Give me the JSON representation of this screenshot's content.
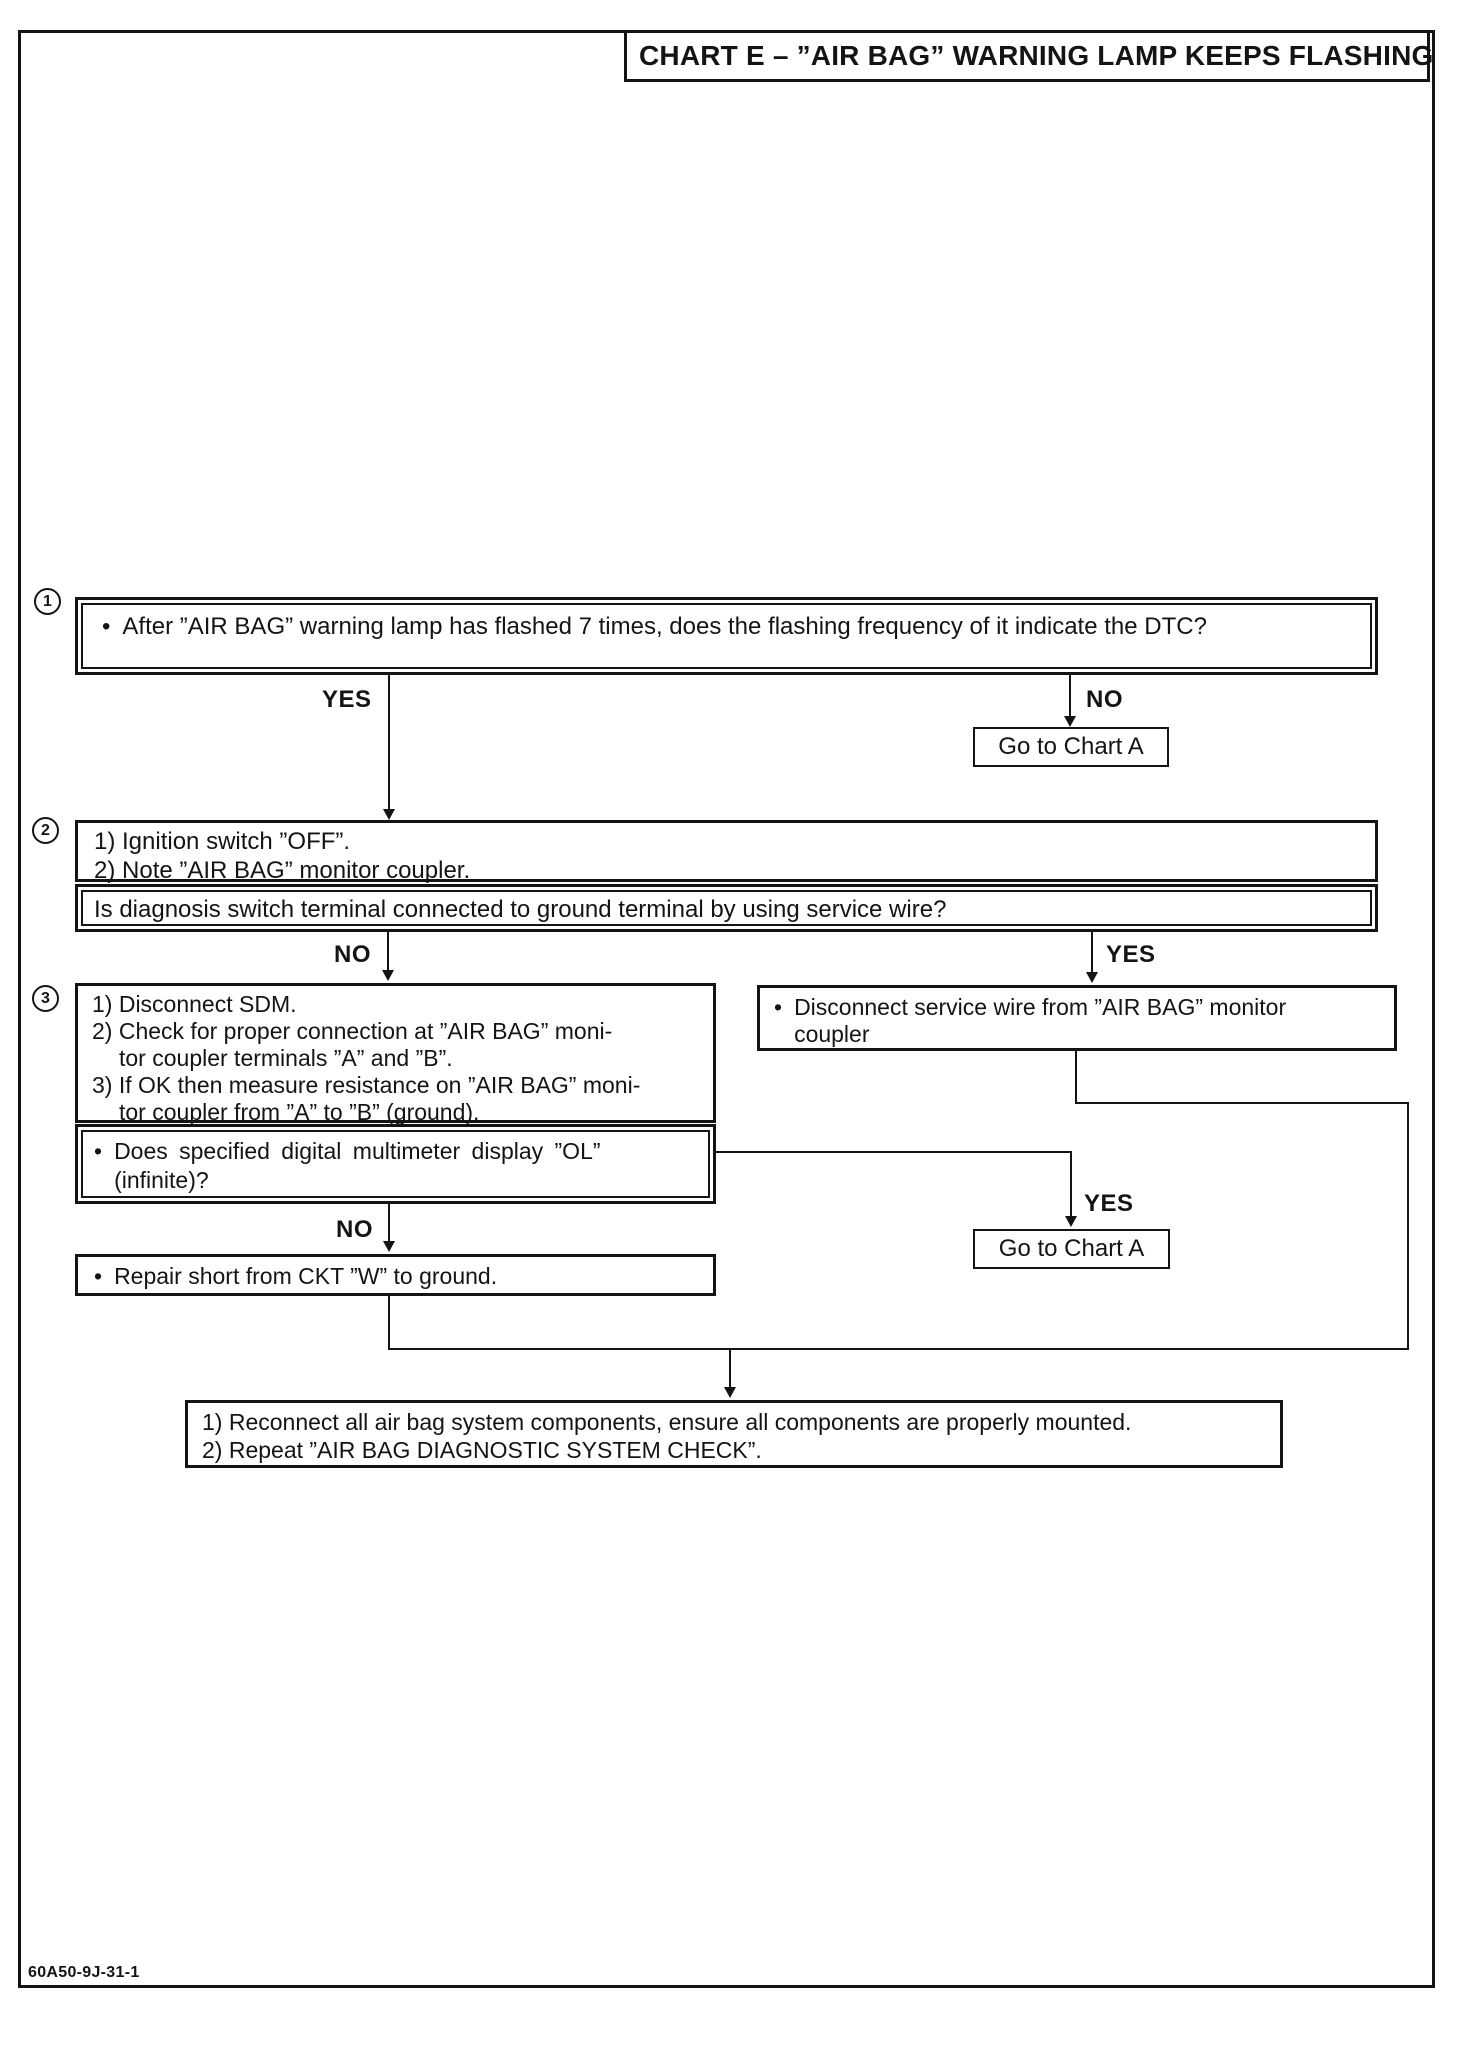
{
  "bullet": "•",
  "page": {
    "title": "CHART E – ”AIR BAG” WARNING LAMP KEEPS FLASHING",
    "footer_code": "60A50-9J-31-1"
  },
  "flowchart": {
    "step1": {
      "number": "1",
      "question": "After ”AIR BAG” warning lamp has flashed 7 times, does the flashing frequency of it indicate the DTC?",
      "yes_label": "YES",
      "no_label": "NO"
    },
    "goto_chart_a_top": "Go to Chart A",
    "step2": {
      "number": "2",
      "instructions": [
        "1) Ignition switch ”OFF”.",
        "2) Note ”AIR BAG” monitor coupler."
      ],
      "question": "Is diagnosis switch terminal connected to ground terminal by using service wire?",
      "no_label": "NO",
      "yes_label": "YES"
    },
    "step3": {
      "number": "3",
      "lines": [
        "1) Disconnect SDM.",
        "2) Check for proper connection at ”AIR BAG” moni-",
        "tor coupler terminals ”A” and ”B”.",
        "3) If OK then measure resistance on ”AIR BAG” moni-",
        "tor coupler from ”A” to ”B” (ground)."
      ]
    },
    "disconnect_box": {
      "lines": [
        "Disconnect service wire from ”AIR BAG” monitor",
        "coupler"
      ]
    },
    "multimeter_box": {
      "lines": [
        "Does specified digital multimeter display ”OL”",
        "(infinite)?"
      ],
      "no_label": "NO",
      "yes_label": "YES"
    },
    "goto_chart_a_bottom": "Go to Chart A",
    "repair_box": "Repair short from CKT ”W” to ground.",
    "final_box": {
      "lines": [
        "1) Reconnect all air bag system components, ensure all components are properly mounted.",
        "2) Repeat ”AIR BAG DIAGNOSTIC SYSTEM CHECK”."
      ]
    }
  }
}
